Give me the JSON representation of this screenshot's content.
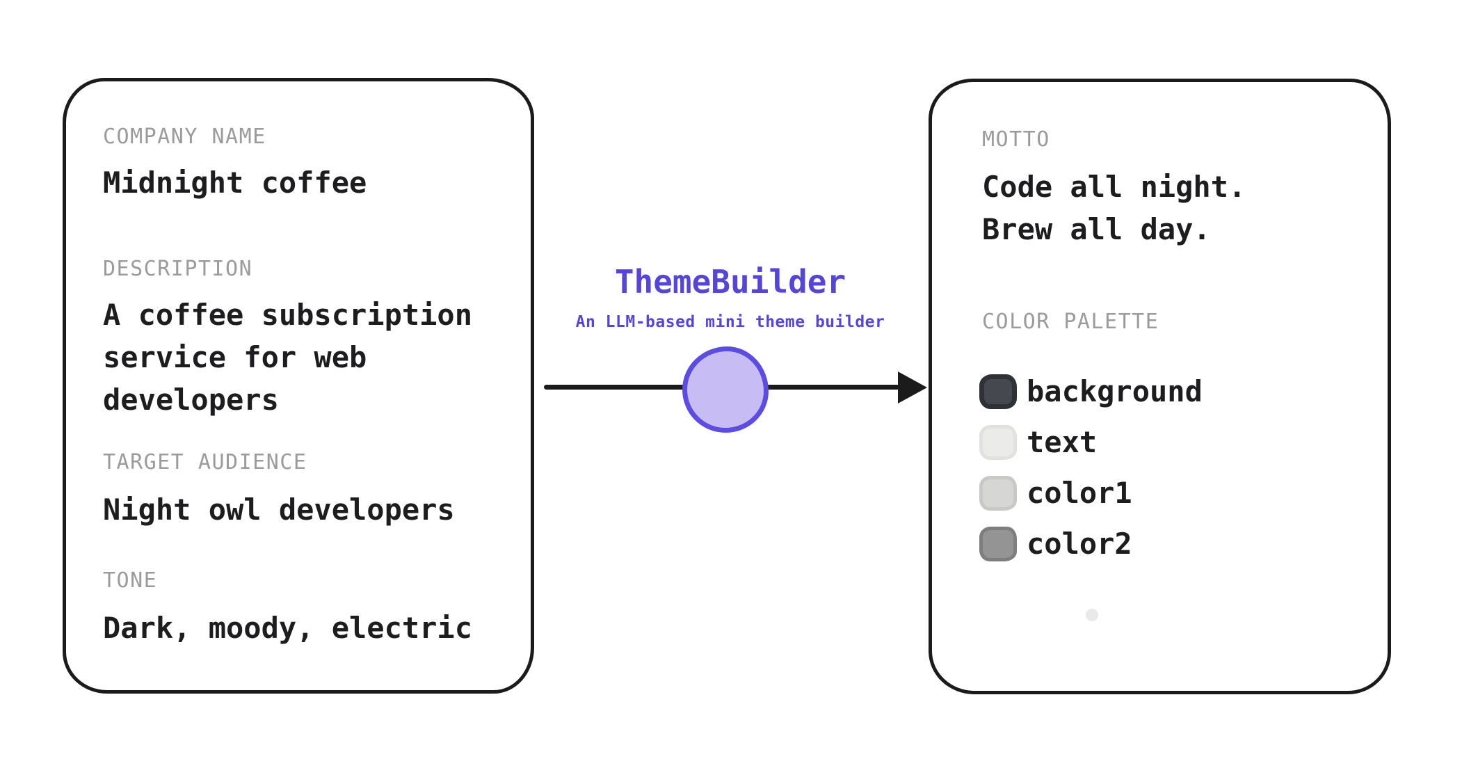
{
  "diagram": {
    "tool": {
      "title": "ThemeBuilder",
      "subtitle": "An LLM-based mini theme builder"
    },
    "input_card": {
      "fields": [
        {
          "label": "COMPANY NAME",
          "value": "Midnight coffee"
        },
        {
          "label": "DESCRIPTION",
          "value": "A coffee subscription service for web developers"
        },
        {
          "label": "TARGET AUDIENCE",
          "value": "Night owl developers"
        },
        {
          "label": "TONE",
          "value": "Dark, moody, electric"
        }
      ]
    },
    "output_card": {
      "motto": {
        "label": "MOTTO",
        "lines": [
          "Code all night.",
          "Brew all day."
        ]
      },
      "palette": {
        "label": "COLOR PALETTE",
        "swatches": [
          {
            "name": "background",
            "fill": "#45484e",
            "border": "#2e3135"
          },
          {
            "name": "text",
            "fill": "#ebebe9",
            "border": "#e1e1de"
          },
          {
            "name": "color1",
            "fill": "#d6d6d4",
            "border": "#c8c8c5"
          },
          {
            "name": "color2",
            "fill": "#949494",
            "border": "#7e7e7e"
          }
        ]
      }
    },
    "colors": {
      "accent": "#5646d6",
      "node_fill": "#c7bdf4",
      "node_stroke": "#5c4ce0",
      "ink": "#1d1d1f",
      "label_gray": "#9b9b9b"
    }
  }
}
